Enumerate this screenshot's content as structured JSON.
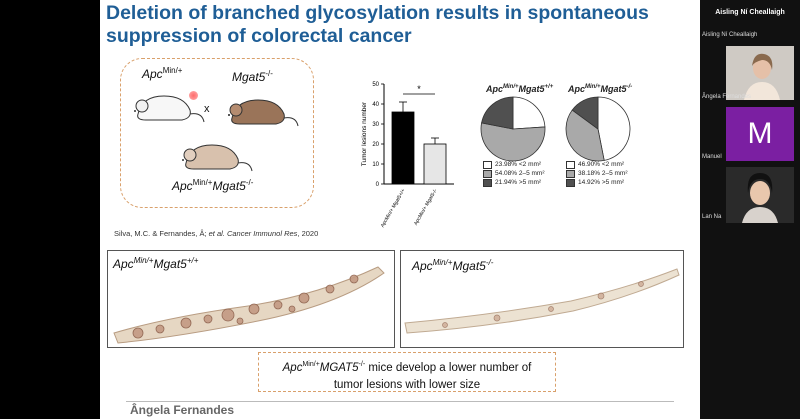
{
  "slide": {
    "title": "Deletion of branched glycosylation results in spontaneous suppression of colorectal cancer",
    "mice": {
      "apc_base": "Apc",
      "apc_sup": "Min/+",
      "mgat_base": "Mgat5",
      "mgat_sup": "-/-",
      "cross": "x",
      "hybrid_apc_base": "Apc",
      "hybrid_apc_sup": "Min/+",
      "hybrid_mgat_base": "Mgat5",
      "hybrid_mgat_sup": "-/-"
    },
    "citation_plain": "Silva, M.C. & Fernandes, Â; ",
    "citation_italic": "et al. Cancer Immunol Res",
    "citation_year": ", 2020",
    "colon_image_1": {
      "base1": "Apc",
      "sup1": "Min/+",
      "base2": "Mgat5",
      "sup2": "+/+"
    },
    "colon_image_2": {
      "base1": "Apc",
      "sup1": "Min/+",
      "base2": "Mgat5",
      "sup2": "-/-"
    },
    "conclusion": {
      "gene_base1": "Apc",
      "gene_sup1": "Min/+",
      "gene_base2": "MGAT5",
      "gene_sup2": "-/-",
      "line1_rest": " mice develop a lower number of",
      "line2": "tumor lesions with lower size"
    },
    "presenter_name": "Ângela Fernandes"
  },
  "chart_data": [
    {
      "type": "bar",
      "ylabel": "Tumor lesions number",
      "categories": [
        "ApcMin/+ Mgat5+/+",
        "ApcMin/+ Mgat5-/-"
      ],
      "values": [
        36,
        20
      ],
      "errors": [
        5,
        3
      ],
      "ylim": [
        0,
        50
      ],
      "yticks": [
        0,
        10,
        20,
        30,
        40,
        50
      ],
      "significance": "*",
      "colors": [
        "#000000",
        "#e6e6e6"
      ]
    },
    {
      "type": "pie",
      "title_base1": "Apc",
      "title_sup1": "Min/+",
      "title_base2": "Mgat5",
      "title_sup2": "+/+",
      "slices": [
        {
          "pct": "23.98%",
          "label": "<2 mm²",
          "value": 23.98,
          "color": "#ffffff"
        },
        {
          "pct": "54.08%",
          "label": "2–5 mm²",
          "value": 54.08,
          "color": "#a9a9a9"
        },
        {
          "pct": "21.94%",
          "label": ">5 mm²",
          "value": 21.94,
          "color": "#505050"
        }
      ]
    },
    {
      "type": "pie",
      "title_base1": "Apc",
      "title_sup1": "Min/+",
      "title_base2": "Mgat5",
      "title_sup2": "-/-",
      "slices": [
        {
          "pct": "46.90%",
          "label": "<2 mm²",
          "value": 46.9,
          "color": "#ffffff"
        },
        {
          "pct": "38.18%",
          "label": "2–5 mm²",
          "value": 38.18,
          "color": "#a9a9a9"
        },
        {
          "pct": "14.92%",
          "label": ">5 mm²",
          "value": 14.92,
          "color": "#505050"
        }
      ]
    }
  ],
  "participants": {
    "header": "Aisling Ní Cheallaigh",
    "tiles": [
      {
        "name": "Aisling Ní Cheallaigh",
        "kind": "video"
      },
      {
        "name": "Ângela Fernandes",
        "kind": "video"
      },
      {
        "name": "Manuel",
        "kind": "avatar",
        "initial": "M",
        "color": "#7b1fa2"
      },
      {
        "name": "Lan Na",
        "kind": "video"
      }
    ]
  }
}
